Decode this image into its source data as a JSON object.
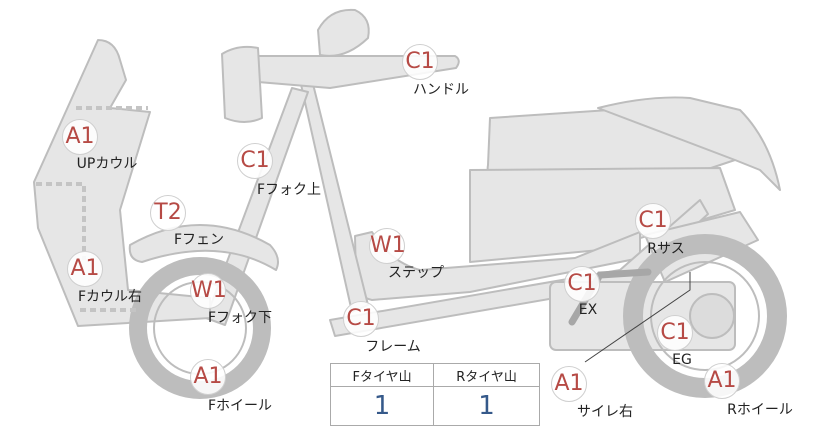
{
  "parts": [
    {
      "id": "handle",
      "grade": "C1",
      "label": "ハンドル"
    },
    {
      "id": "up-cowl",
      "grade": "A1",
      "label": "UPカウル"
    },
    {
      "id": "fork-upper",
      "grade": "C1",
      "label": "Fフォク上"
    },
    {
      "id": "front-fender",
      "grade": "T2",
      "label": "Fフェン"
    },
    {
      "id": "step",
      "grade": "W1",
      "label": "ステップ"
    },
    {
      "id": "rear-suspension",
      "grade": "C1",
      "label": "Rサス"
    },
    {
      "id": "front-cowl-right",
      "grade": "A1",
      "label": "Fカウル右"
    },
    {
      "id": "fork-lower",
      "grade": "W1",
      "label": "Fフォク下"
    },
    {
      "id": "exhaust",
      "grade": "C1",
      "label": "EX"
    },
    {
      "id": "frame",
      "grade": "C1",
      "label": "フレーム"
    },
    {
      "id": "engine",
      "grade": "C1",
      "label": "EG"
    },
    {
      "id": "front-wheel",
      "grade": "A1",
      "label": "Fホイール"
    },
    {
      "id": "muffler-right",
      "grade": "A1",
      "label": "サイレ右"
    },
    {
      "id": "rear-wheel",
      "grade": "A1",
      "label": "Rホイール"
    }
  ],
  "tire_table": {
    "headers": [
      "Fタイヤ山",
      "Rタイヤ山"
    ],
    "values": [
      "1",
      "1"
    ]
  }
}
